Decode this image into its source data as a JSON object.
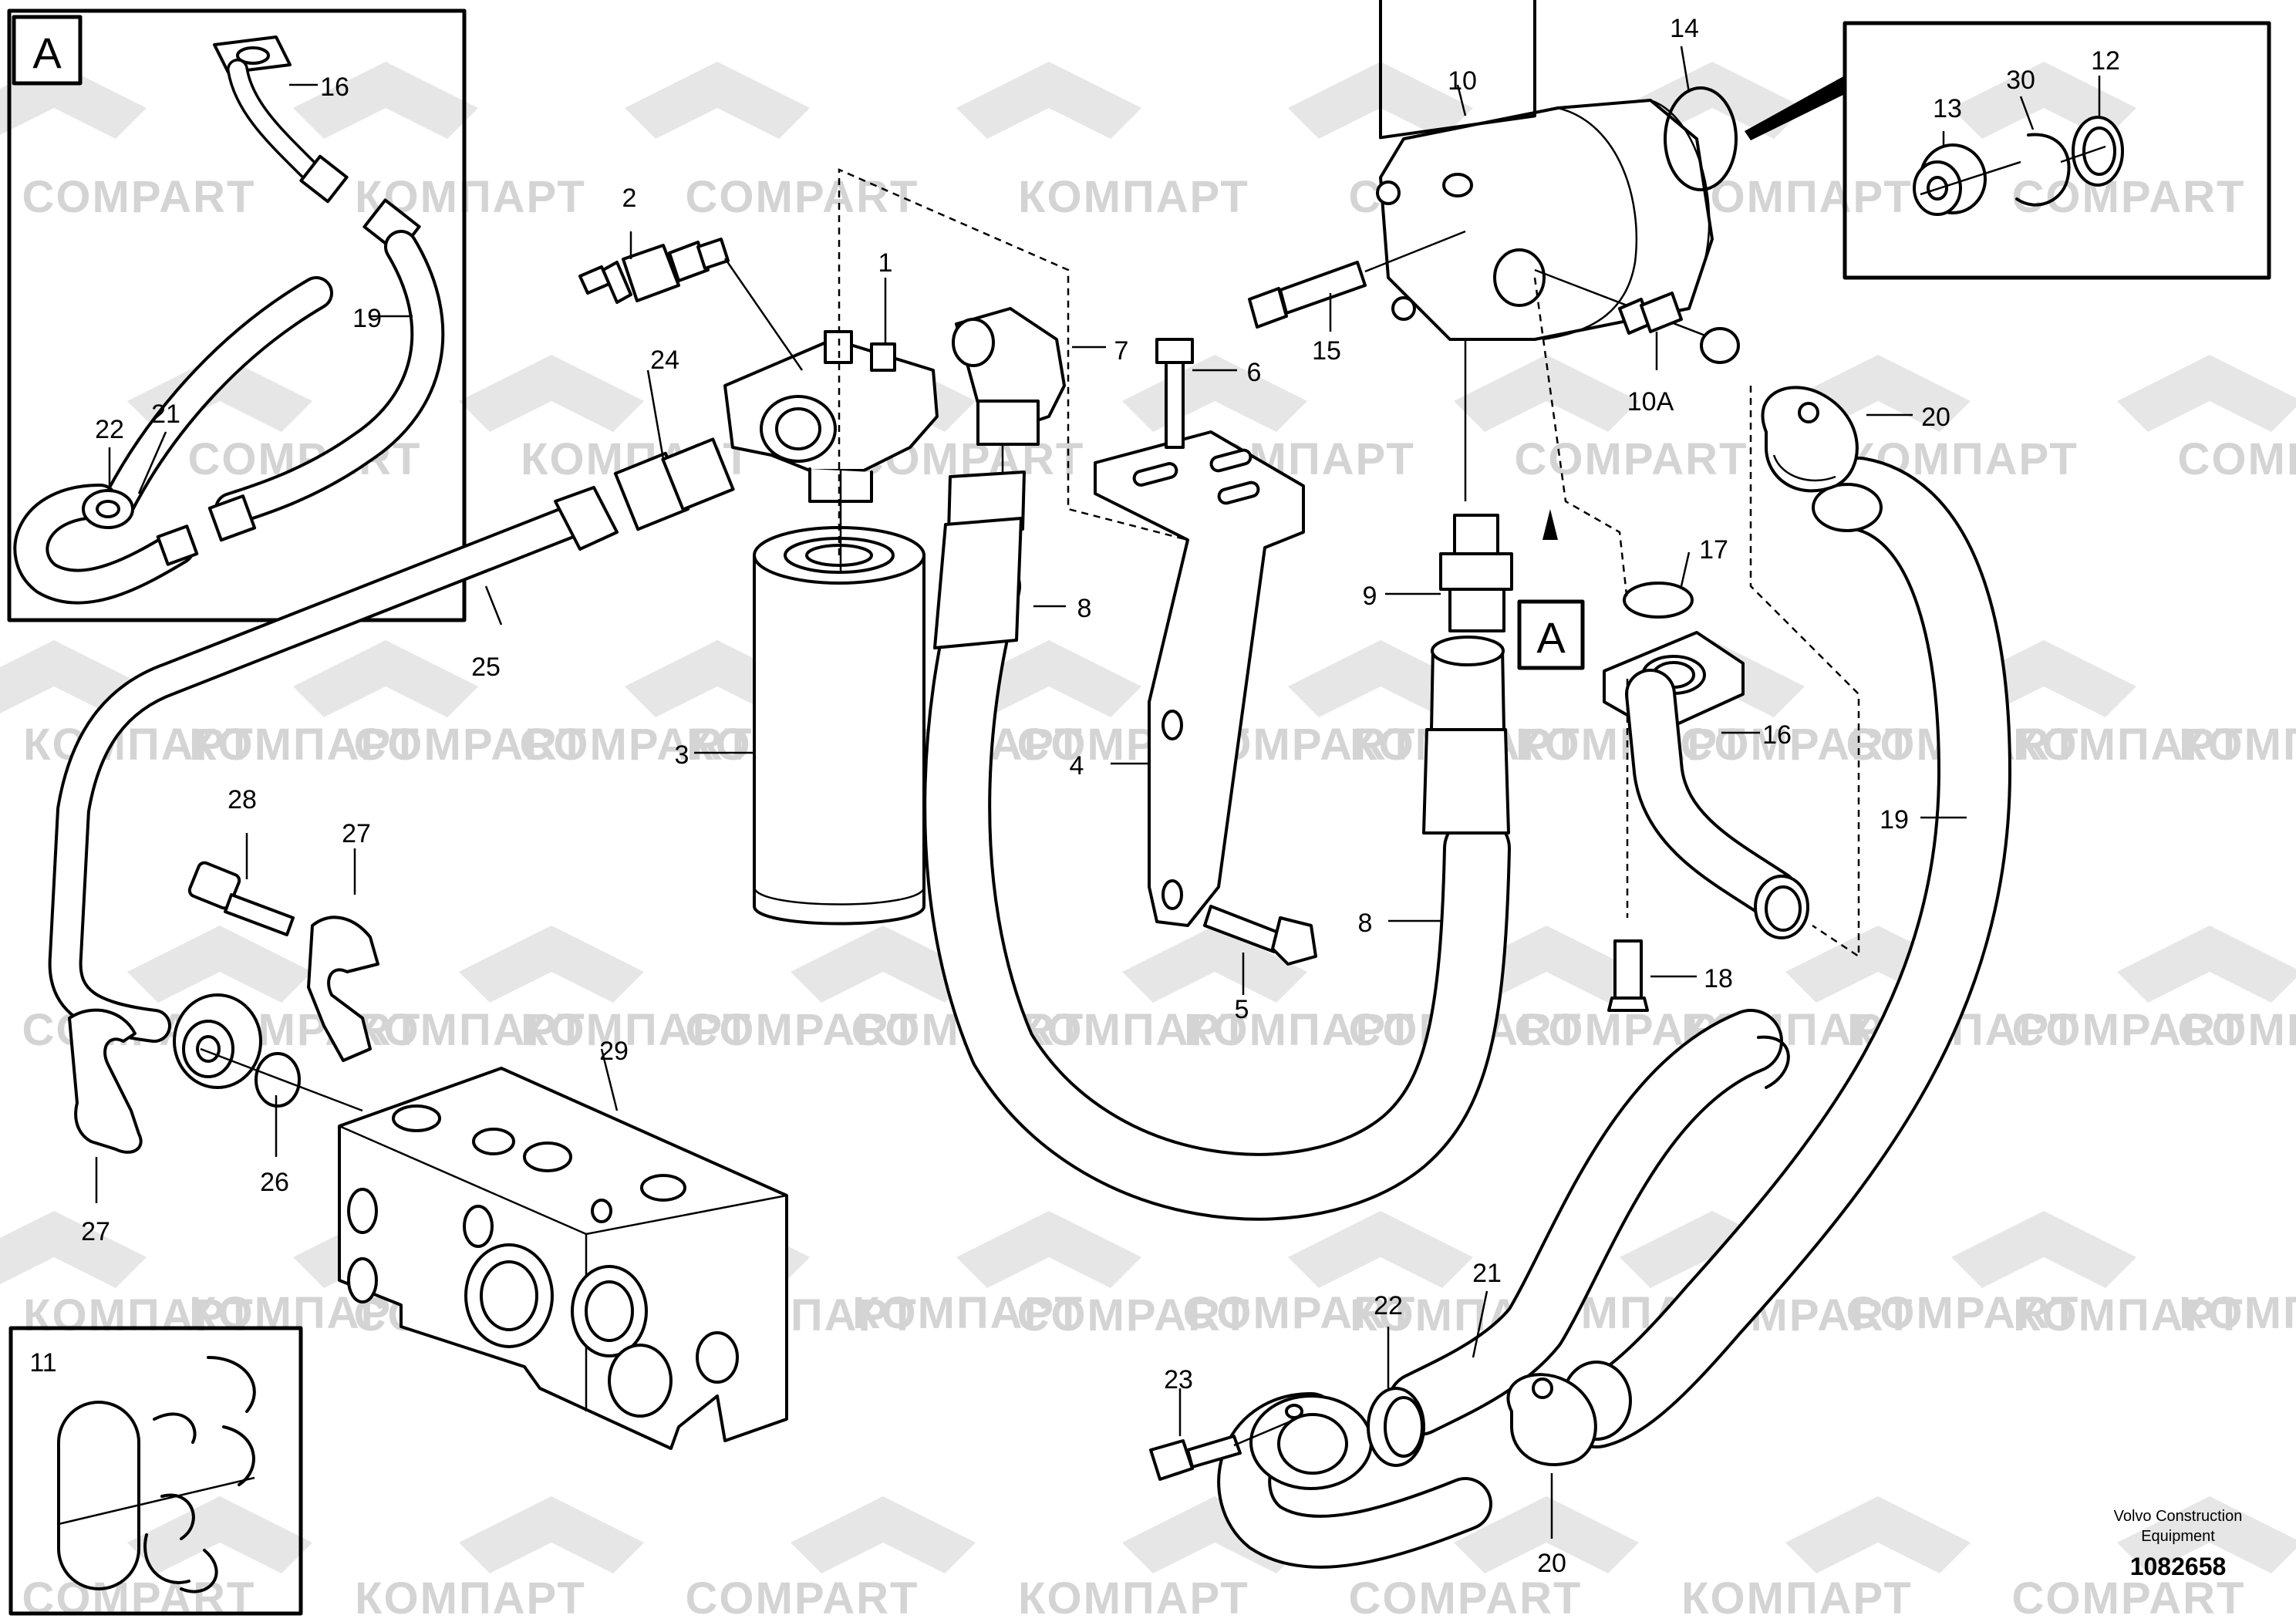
{
  "watermark": {
    "text_latin": "COMPART",
    "text_cyrillic": "КОМПАРТ"
  },
  "detail_boxes": {
    "detail_a_label": "A",
    "section_a_label": "A",
    "detail_11_label": "11"
  },
  "callouts": {
    "c1": "1",
    "c2": "2",
    "c3": "3",
    "c4": "4",
    "c5": "5",
    "c6": "6",
    "c7": "7",
    "c8a": "8",
    "c8b": "8",
    "c9": "9",
    "c10": "10",
    "c10a": "10A",
    "c12": "12",
    "c13": "13",
    "c14": "14",
    "c15": "15",
    "c16a": "16",
    "c16b": "16",
    "c17": "17",
    "c18": "18",
    "c19a": "19",
    "c19b": "19",
    "c20a": "20",
    "c20b": "20",
    "c21a": "21",
    "c21b": "21",
    "c22a": "22",
    "c22b": "22",
    "c23": "23",
    "c24": "24",
    "c25": "25",
    "c26": "26",
    "c27a": "27",
    "c27b": "27",
    "c28": "28",
    "c29": "29",
    "c30": "30"
  },
  "footer": {
    "credit_line1": "Volvo Construction",
    "credit_line2": "Equipment",
    "document_number": "1082658"
  }
}
